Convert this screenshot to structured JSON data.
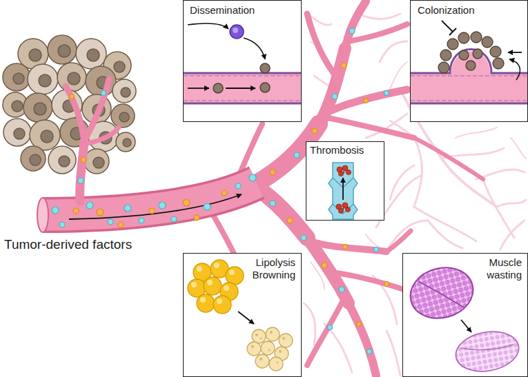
{
  "diagram": {
    "nodes": [
      {
        "text": [
          "Dissemination"
        ]
      },
      {
        "text": [
          "Colonization"
        ]
      },
      {
        "text": [
          "Thrombosis"
        ]
      },
      {
        "text": [
          "Lipolysis",
          "Browning"
        ]
      },
      {
        "text": [
          "Muscle wasting"
        ]
      }
    ],
    "labels": [
      "Tumor-derived factors"
    ]
  }
}
